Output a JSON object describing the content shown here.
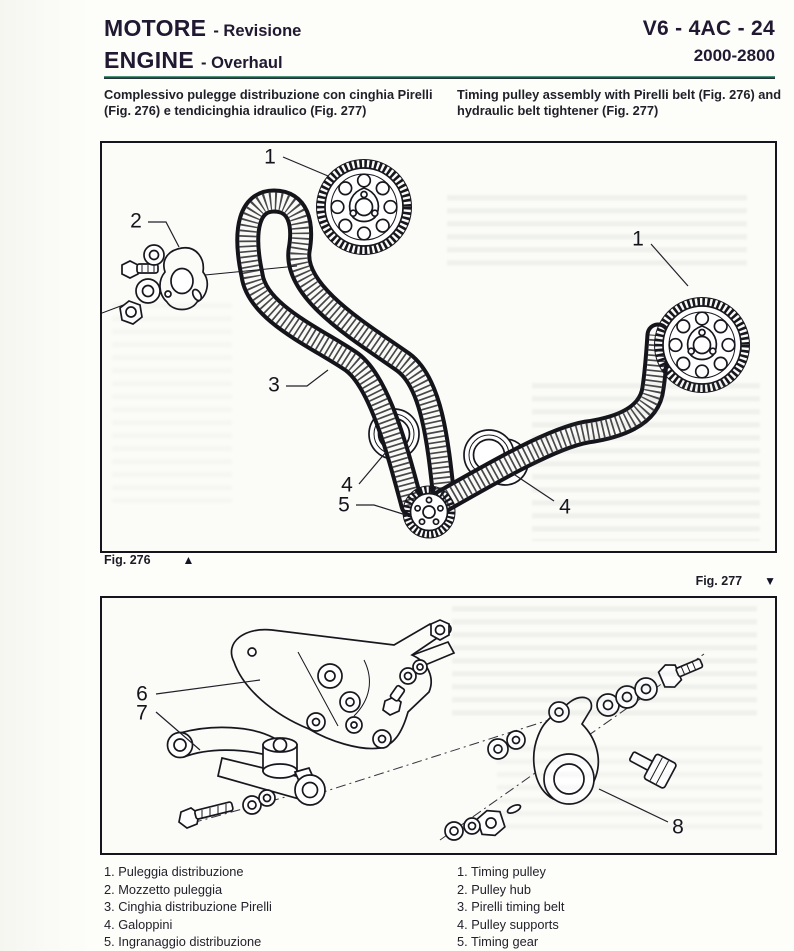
{
  "header": {
    "title_rows": [
      {
        "main": "MOTORE",
        "rest": "- Revisione"
      },
      {
        "main": "ENGINE",
        "rest": "- Overhaul"
      }
    ],
    "code_top": "V6 - 4AC - 24",
    "code_bottom": "2000-2800"
  },
  "intro": {
    "italian": "Complessivo pulegge distribuzione con cinghia Pirelli (Fig. 276) e tendicinghia idraulico (Fig. 277)",
    "english": "Timing pulley assembly with Pirelli belt (Fig. 276) and hydraulic belt tightener (Fig. 277)"
  },
  "fig276": {
    "label": "Fig. 276",
    "marker": "▲",
    "callouts": {
      "c1a": "1",
      "c2": "2",
      "c3": "3",
      "c4a": "4",
      "c5": "5",
      "c4b": "4",
      "c1b": "1"
    }
  },
  "fig277": {
    "label": "Fig. 277",
    "marker": "▼",
    "callouts": {
      "c6": "6",
      "c7": "7",
      "c8": "8"
    }
  },
  "legend_it": [
    "1. Puleggia distribuzione",
    "2. Mozzetto puleggia",
    "3. Cinghia distribuzione Pirelli",
    "4. Galoppini",
    "5. Ingranaggio distribuzione"
  ],
  "legend_en": [
    "1. Timing pulley",
    "2. Pulley hub",
    "3. Pirelli timing belt",
    "4. Pulley supports",
    "5. Timing gear"
  ],
  "colors": {
    "ink": "#1c1c24",
    "rule_green": "#2e6f5c"
  }
}
